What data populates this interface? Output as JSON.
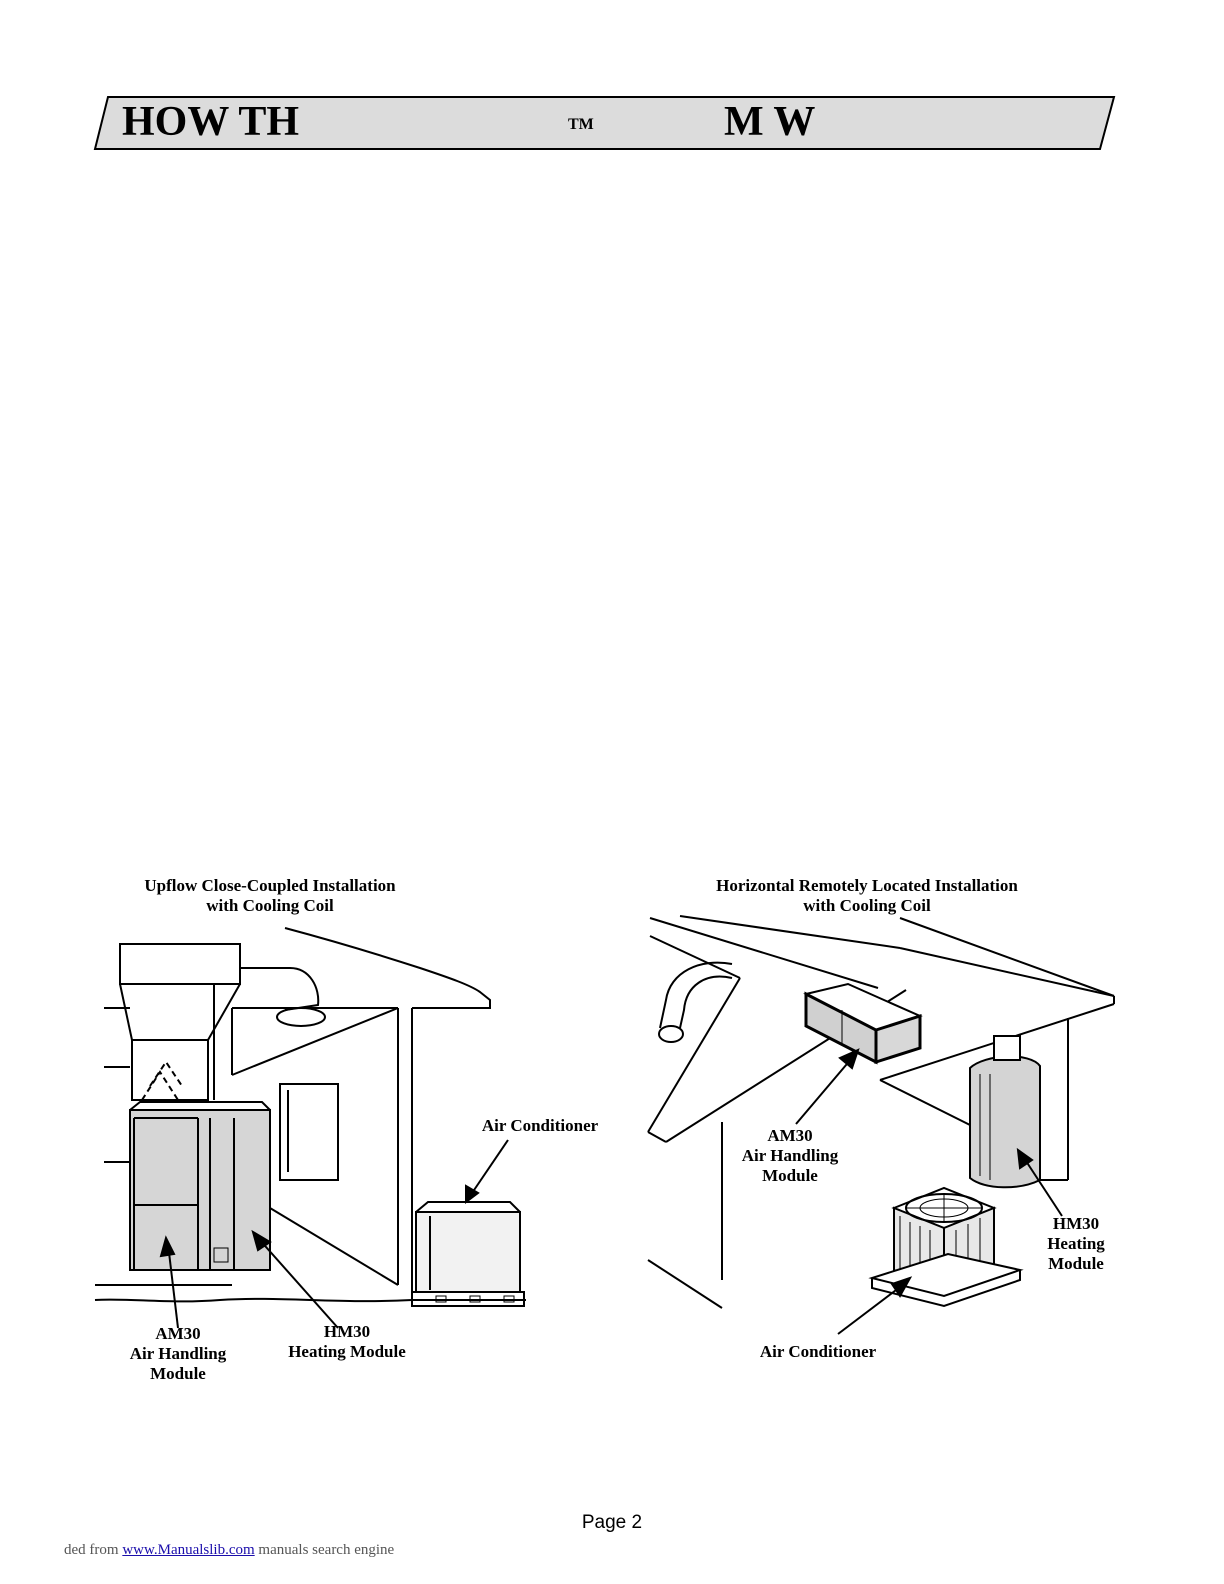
{
  "header": {
    "part1": "HOW TH",
    "trademark": "TM",
    "part2": "M W"
  },
  "left_figure": {
    "title": "Upflow Close-Coupled Installation\nwith Cooling Coil",
    "label_ac": "Air Conditioner",
    "label_am30": "AM30\nAir Handling\nModule",
    "label_hm30": "HM30\nHeating Module"
  },
  "right_figure": {
    "title": "Horizontal Remotely Located Installation\nwith Cooling Coil",
    "label_am30": "AM30\nAir Handling\nModule",
    "label_hm30": "HM30\nHeating\nModule",
    "label_ac": "Air Conditioner"
  },
  "footer": {
    "page": "Page 2",
    "prefix": "ded from",
    "link": "www.Manualslib.com",
    "suffix": "manuals search engine"
  },
  "colors": {
    "banner_fill": "#dcdcdc",
    "unit_fill": "#d0d0d0",
    "link": "#1a0dab"
  }
}
